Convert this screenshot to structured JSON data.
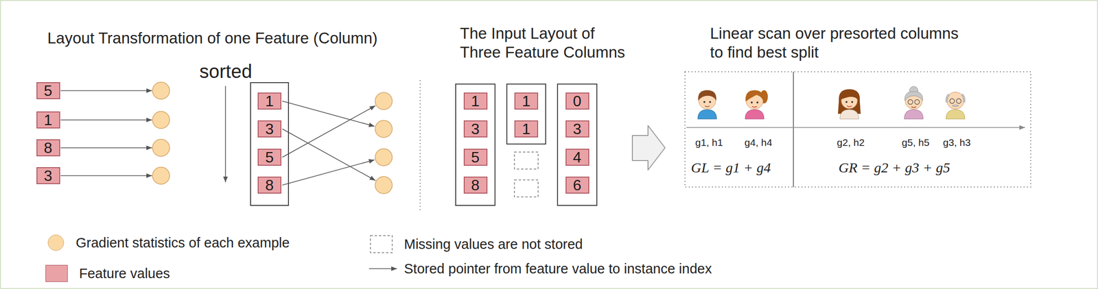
{
  "diagram": {
    "nodes": [
      {
        "text": [
          "5"
        ]
      },
      {
        "text": [
          "1"
        ]
      },
      {
        "text": [
          "8"
        ]
      },
      {
        "text": [
          "3"
        ]
      },
      {},
      {
        "text": [
          "1"
        ],
        "in": 4
      },
      {
        "text": [
          "3"
        ],
        "in": 4
      },
      {
        "text": [
          "5"
        ],
        "in": 4
      },
      {
        "text": [
          "8"
        ],
        "in": 4
      },
      {},
      {
        "text": [
          "1"
        ],
        "in": 9
      },
      {
        "text": [
          "3"
        ],
        "in": 9
      },
      {
        "text": [
          "5"
        ],
        "in": 9
      },
      {
        "text": [
          "8"
        ],
        "in": 9
      },
      {},
      {
        "text": [
          "1"
        ],
        "in": 14
      },
      {
        "text": [
          "1"
        ],
        "in": 14
      },
      {},
      {
        "text": [
          "0"
        ],
        "in": 17
      },
      {
        "text": [
          "3"
        ],
        "in": 17
      },
      {
        "text": [
          "4"
        ],
        "in": 17
      },
      {
        "text": [
          "6"
        ],
        "in": 17
      }
    ],
    "labels": [
      "Layout Transformation of one Feature (Column)",
      "sorted",
      "The Input Layout of Three Feature Columns",
      "Linear scan over presorted columns to find best split",
      "g1, h1",
      "g4, h4",
      "g2, h2",
      "g5, h5",
      "g3, h3",
      "GL = g1 + g4",
      "GR = g2 + g3 + g5"
    ],
    "legend": [
      {
        "text": "Gradient statistics of each example",
        "color": "#fbd9a5"
      },
      {
        "text": "Feature values",
        "color": "#e9a3a7"
      },
      {
        "text": "Missing values are not stored"
      },
      {
        "text": "Stored pointer from feature value to instance index"
      }
    ]
  }
}
